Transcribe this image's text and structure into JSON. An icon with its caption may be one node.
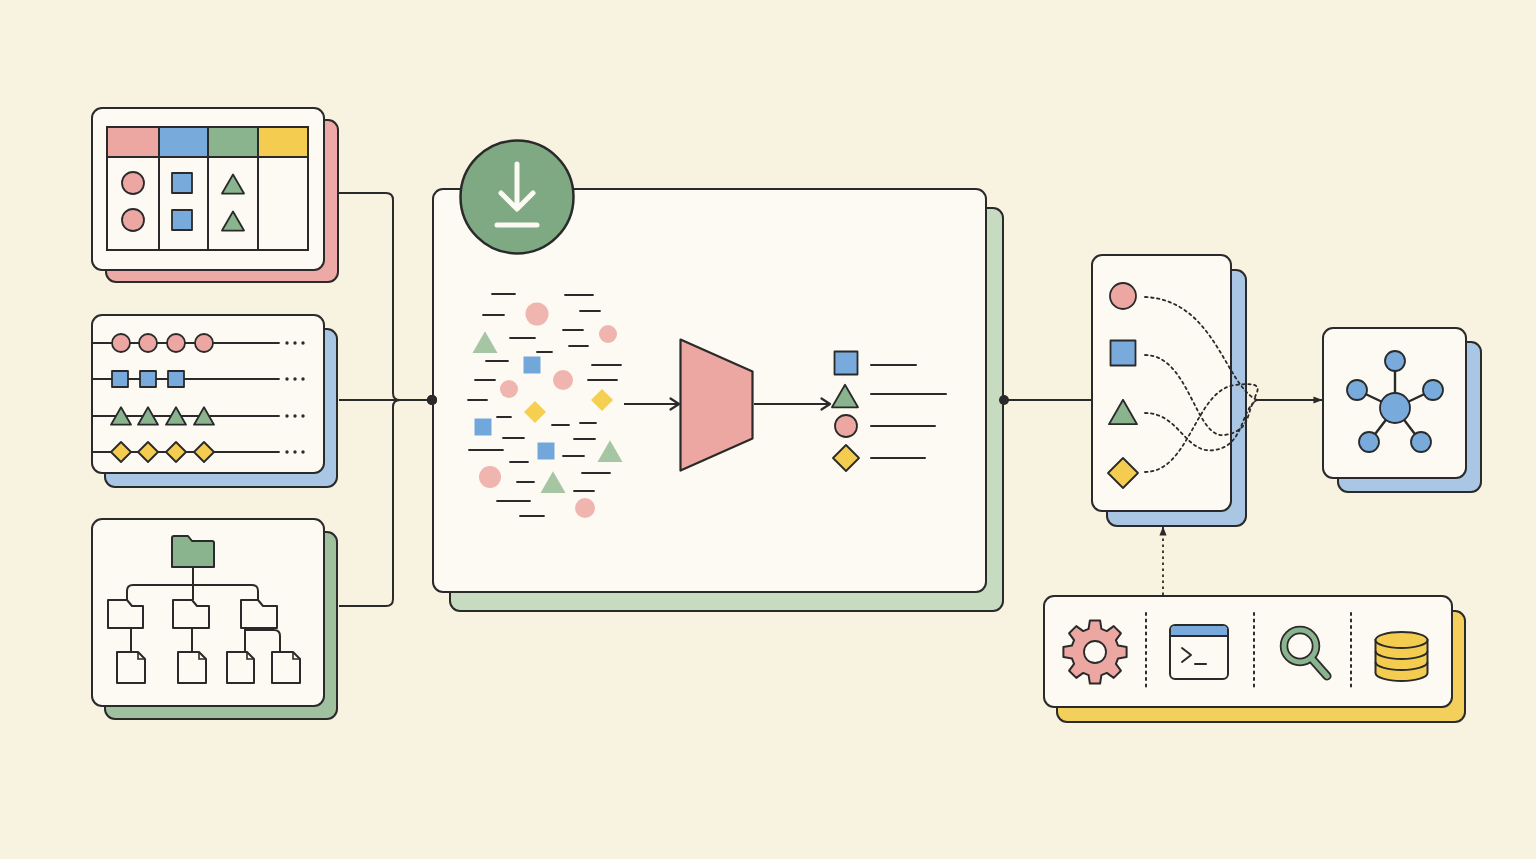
{
  "diagram": {
    "nodes": [
      {
        "text": [],
        "shape": "picture"
      },
      {
        "text": [],
        "shape": "picture"
      },
      {
        "text": [],
        "shape": "picture"
      },
      {
        "text": [],
        "shape": "box"
      },
      {
        "text": [],
        "shape": "picture",
        "in": 3
      },
      {
        "text": [],
        "shape": "trapezoid",
        "in": 3
      },
      {
        "text": [],
        "shape": "picture",
        "in": 3
      },
      {
        "text": [],
        "shape": "picture"
      },
      {
        "text": [],
        "shape": "picture"
      },
      {
        "text": [],
        "shape": "picture"
      }
    ],
    "edges": [
      {
        "from": 0,
        "to": 3,
        "arrow": "other"
      },
      {
        "from": 1,
        "to": 3,
        "arrow": "other"
      },
      {
        "from": 2,
        "to": 3,
        "arrow": "other"
      },
      {
        "from": 4,
        "to": 5,
        "arrow": "to"
      },
      {
        "from": 5,
        "to": 6,
        "arrow": "to"
      },
      {
        "from": 3,
        "to": 7,
        "arrow": "other"
      },
      {
        "from": 7,
        "to": 8,
        "arrow": "to"
      },
      {
        "from": 9,
        "to": 7,
        "arrow": "to",
        "style": "dashed"
      }
    ]
  }
}
